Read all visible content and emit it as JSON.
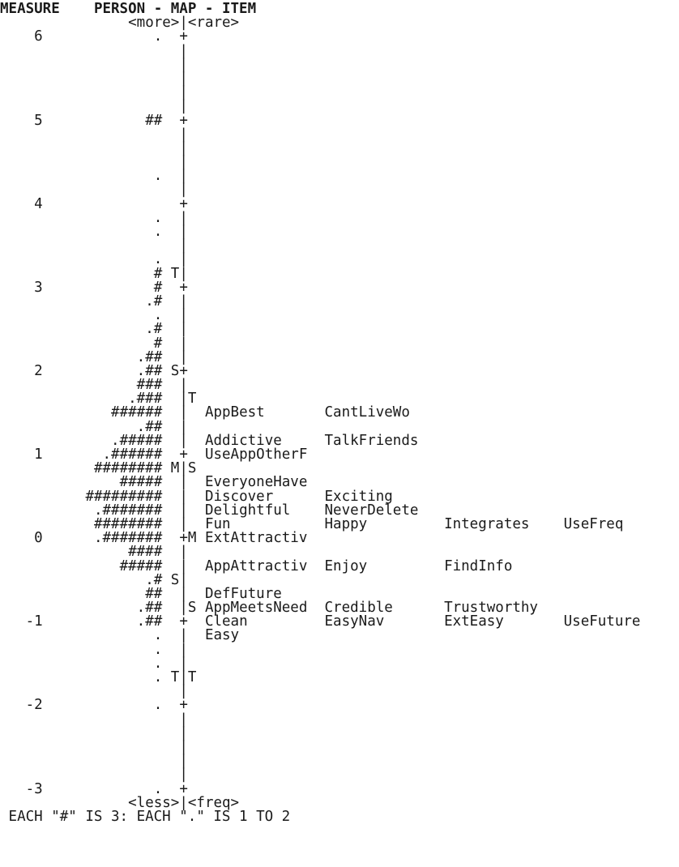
{
  "header": {
    "measure_label": "MEASURE",
    "title": "PERSON - MAP - ITEM",
    "top_left": "<more>",
    "top_sep": "|",
    "top_right": "<rare>"
  },
  "footer": {
    "bottom_left": "<less>",
    "bottom_sep": "|",
    "bottom_right": "<freq>",
    "legend": "EACH \"#\" IS 3: EACH \".\" IS 1 TO 2"
  },
  "chart_data": {
    "type": "table",
    "title": "PERSON - MAP - ITEM",
    "ylabel": "MEASURE",
    "ylim": [
      -3,
      6
    ],
    "rows": [
      {
        "measure": "6",
        "persons": ".",
        "lm": "",
        "axis": "+",
        "rm": "",
        "items": []
      },
      {
        "measure": "",
        "persons": "",
        "lm": "",
        "axis": "|",
        "rm": "",
        "items": []
      },
      {
        "measure": "",
        "persons": "",
        "lm": "",
        "axis": "|",
        "rm": "",
        "items": []
      },
      {
        "measure": "",
        "persons": "",
        "lm": "",
        "axis": "|",
        "rm": "",
        "items": []
      },
      {
        "measure": "",
        "persons": "",
        "lm": "",
        "axis": "|",
        "rm": "",
        "items": []
      },
      {
        "measure": "",
        "persons": "",
        "lm": "",
        "axis": "|",
        "rm": "",
        "items": []
      },
      {
        "measure": "5",
        "persons": "##",
        "lm": "",
        "axis": "+",
        "rm": "",
        "items": []
      },
      {
        "measure": "",
        "persons": "",
        "lm": "",
        "axis": "|",
        "rm": "",
        "items": []
      },
      {
        "measure": "",
        "persons": "",
        "lm": "",
        "axis": "|",
        "rm": "",
        "items": []
      },
      {
        "measure": "",
        "persons": "",
        "lm": "",
        "axis": "|",
        "rm": "",
        "items": []
      },
      {
        "measure": "",
        "persons": ".",
        "lm": "",
        "axis": "|",
        "rm": "",
        "items": []
      },
      {
        "measure": "",
        "persons": "",
        "lm": "",
        "axis": "|",
        "rm": "",
        "items": []
      },
      {
        "measure": "4",
        "persons": "",
        "lm": "",
        "axis": "+",
        "rm": "",
        "items": []
      },
      {
        "measure": "",
        "persons": ".",
        "lm": "",
        "axis": "|",
        "rm": "",
        "items": []
      },
      {
        "measure": "",
        "persons": ".",
        "lm": "",
        "axis": "|",
        "rm": "",
        "items": []
      },
      {
        "measure": "",
        "persons": "",
        "lm": "",
        "axis": "|",
        "rm": "",
        "items": []
      },
      {
        "measure": "",
        "persons": ".",
        "lm": "",
        "axis": "|",
        "rm": "",
        "items": []
      },
      {
        "measure": "",
        "persons": "#",
        "lm": "T",
        "axis": "|",
        "rm": "",
        "items": []
      },
      {
        "measure": "3",
        "persons": "#",
        "lm": "",
        "axis": "+",
        "rm": "",
        "items": []
      },
      {
        "measure": "",
        "persons": ".#",
        "lm": "",
        "axis": "|",
        "rm": "",
        "items": []
      },
      {
        "measure": "",
        "persons": ".",
        "lm": "",
        "axis": "|",
        "rm": "",
        "items": []
      },
      {
        "measure": "",
        "persons": ".#",
        "lm": "",
        "axis": "|",
        "rm": "",
        "items": []
      },
      {
        "measure": "",
        "persons": "#",
        "lm": "",
        "axis": "|",
        "rm": "",
        "items": []
      },
      {
        "measure": "",
        "persons": ".##",
        "lm": "",
        "axis": "|",
        "rm": "",
        "items": []
      },
      {
        "measure": "2",
        "persons": ".##",
        "lm": "S",
        "axis": "+",
        "rm": "",
        "items": []
      },
      {
        "measure": "",
        "persons": "###",
        "lm": "",
        "axis": "|",
        "rm": "",
        "items": []
      },
      {
        "measure": "",
        "persons": ".###",
        "lm": "",
        "axis": "|",
        "rm": "T",
        "items": []
      },
      {
        "measure": "",
        "persons": "######",
        "lm": "",
        "axis": "|",
        "rm": "",
        "items": [
          "AppBest",
          "CantLiveWo"
        ]
      },
      {
        "measure": "",
        "persons": ".##",
        "lm": "",
        "axis": "|",
        "rm": "",
        "items": []
      },
      {
        "measure": "",
        "persons": ".#####",
        "lm": "",
        "axis": "|",
        "rm": "",
        "items": [
          "Addictive",
          "TalkFriends"
        ]
      },
      {
        "measure": "1",
        "persons": ".######",
        "lm": "",
        "axis": "+",
        "rm": "",
        "items": [
          "UseAppOtherF"
        ]
      },
      {
        "measure": "",
        "persons": "########",
        "lm": "M",
        "axis": "|",
        "rm": "S",
        "items": []
      },
      {
        "measure": "",
        "persons": "#####",
        "lm": "",
        "axis": "|",
        "rm": "",
        "items": [
          "EveryoneHave"
        ]
      },
      {
        "measure": "",
        "persons": "#########",
        "lm": "",
        "axis": "|",
        "rm": "",
        "items": [
          "Discover",
          "Exciting"
        ]
      },
      {
        "measure": "",
        "persons": ".#######",
        "lm": "",
        "axis": "|",
        "rm": "",
        "items": [
          "Delightful",
          "NeverDelete"
        ]
      },
      {
        "measure": "",
        "persons": "########",
        "lm": "",
        "axis": "|",
        "rm": "",
        "items": [
          "Fun",
          "Happy",
          "Integrates",
          "UseFreq"
        ]
      },
      {
        "measure": "0",
        "persons": ".#######",
        "lm": "",
        "axis": "+",
        "rm": "M",
        "items": [
          "ExtAttractiv"
        ]
      },
      {
        "measure": "",
        "persons": "####",
        "lm": "",
        "axis": "|",
        "rm": "",
        "items": []
      },
      {
        "measure": "",
        "persons": "#####",
        "lm": "",
        "axis": "|",
        "rm": "",
        "items": [
          "AppAttractiv",
          "Enjoy",
          "FindInfo"
        ]
      },
      {
        "measure": "",
        "persons": ".#",
        "lm": "S",
        "axis": "|",
        "rm": "",
        "items": []
      },
      {
        "measure": "",
        "persons": "##",
        "lm": "",
        "axis": "|",
        "rm": "",
        "items": [
          "DefFuture"
        ]
      },
      {
        "measure": "",
        "persons": ".##",
        "lm": "",
        "axis": "|",
        "rm": "S",
        "items": [
          "AppMeetsNeed",
          "Credible",
          "Trustworthy"
        ]
      },
      {
        "measure": "-1",
        "persons": ".##",
        "lm": "",
        "axis": "+",
        "rm": "",
        "items": [
          "Clean",
          "EasyNav",
          "ExtEasy",
          "UseFuture"
        ]
      },
      {
        "measure": "",
        "persons": ".",
        "lm": "",
        "axis": "|",
        "rm": "",
        "items": [
          "Easy"
        ]
      },
      {
        "measure": "",
        "persons": ".",
        "lm": "",
        "axis": "|",
        "rm": "",
        "items": []
      },
      {
        "measure": "",
        "persons": ".",
        "lm": "",
        "axis": "|",
        "rm": "",
        "items": []
      },
      {
        "measure": "",
        "persons": ".",
        "lm": "T",
        "axis": "|",
        "rm": "T",
        "items": []
      },
      {
        "measure": "",
        "persons": "",
        "lm": "",
        "axis": "|",
        "rm": "",
        "items": []
      },
      {
        "measure": "-2",
        "persons": ".",
        "lm": "",
        "axis": "+",
        "rm": "",
        "items": []
      },
      {
        "measure": "",
        "persons": "",
        "lm": "",
        "axis": "|",
        "rm": "",
        "items": []
      },
      {
        "measure": "",
        "persons": "",
        "lm": "",
        "axis": "|",
        "rm": "",
        "items": []
      },
      {
        "measure": "",
        "persons": "",
        "lm": "",
        "axis": "|",
        "rm": "",
        "items": []
      },
      {
        "measure": "",
        "persons": "",
        "lm": "",
        "axis": "|",
        "rm": "",
        "items": []
      },
      {
        "measure": "",
        "persons": "",
        "lm": "",
        "axis": "|",
        "rm": "",
        "items": []
      },
      {
        "measure": "-3",
        "persons": ".",
        "lm": "",
        "axis": "+",
        "rm": "",
        "items": []
      }
    ]
  }
}
